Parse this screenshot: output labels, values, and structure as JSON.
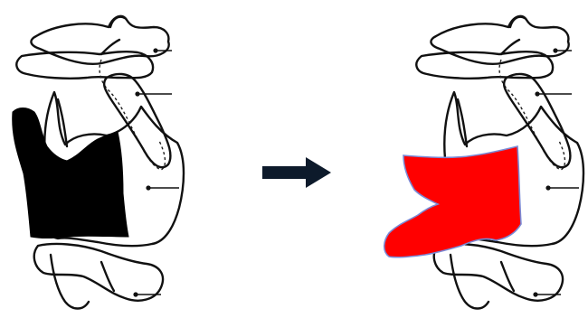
{
  "diagram": {
    "panels": [
      {
        "id": "before",
        "region_state": "shaded"
      },
      {
        "id": "after",
        "region_state": "shaded"
      }
    ],
    "colors": {
      "outline": "#111111",
      "before_region_fill": "#000000",
      "after_region_fill": "#ff0000",
      "after_region_stroke": "#7a8ad6",
      "arrow": "#0d1a2b"
    },
    "arrow": {
      "direction": "right",
      "icon": "right-arrow-icon"
    }
  }
}
